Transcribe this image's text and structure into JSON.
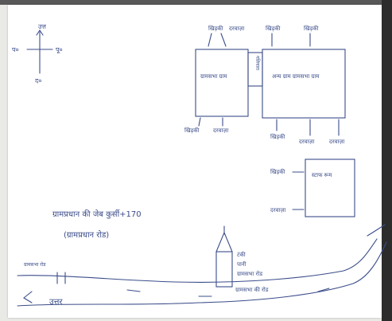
{
  "colors": {
    "ink": "#3b4d8a",
    "accent": "#c03c3c",
    "paper": "#ffffff"
  },
  "compass": {
    "north": "उत्त",
    "east": "पू०",
    "west": "प०",
    "south": "द०"
  },
  "building": {
    "room_left": "ग्रामसभा ग्राम",
    "room_right": "अन्य ग्राम ग्रामसभा ग्राम",
    "corridor": "गलियारा",
    "top_left_1": "खिड़की",
    "top_left_2": "दरवाज़ा",
    "top_right_1": "खिड़की",
    "top_right_2": "खिड़की",
    "bottom_left_1": "खिड़की",
    "bottom_left_2": "दरवाज़ा",
    "bottom_right_1": "खिड़की",
    "bottom_right_2": "दरवाज़ा",
    "bottom_right_3": "दरवाज़ा"
  },
  "small_room": {
    "name": "स्टाफ रूम",
    "left_top": "खिड़की",
    "left_bottom": "दरवाज़ा"
  },
  "note": {
    "line1": "ग्रामप्रधान की जेब कुर्सी+170",
    "line2": "(ग्रामप्रधान रोड)"
  },
  "road": {
    "left_label": "ग्रामसभा रोड",
    "bottom_left": "उत्तर",
    "tower_1": "टंकी",
    "tower_2": "पानी",
    "tower_3": "ग्रामसभा रोड",
    "road_name": "ग्रामसभा की रोड"
  }
}
